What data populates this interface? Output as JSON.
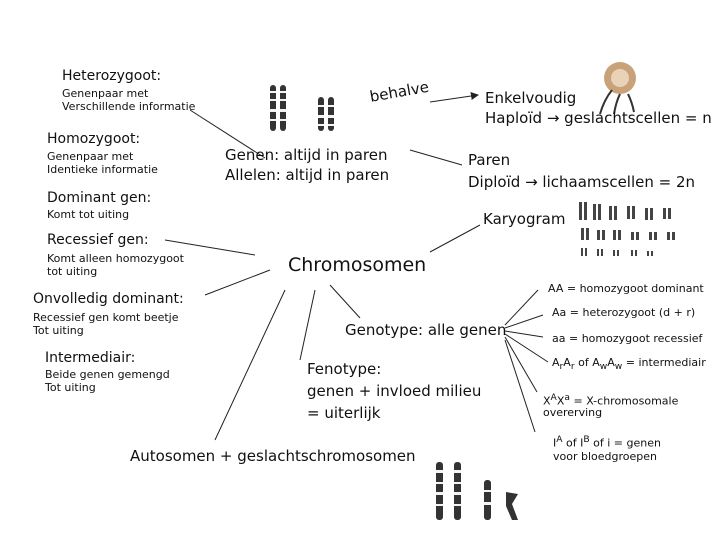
{
  "left": {
    "heterozygoot": {
      "title": "Heterozygoot:",
      "desc1": "Genenpaar met",
      "desc2": "Verschillende informatie"
    },
    "homozygoot": {
      "title": "Homozygoot:",
      "desc1": "Genenpaar met",
      "desc2": "Identieke informatie"
    },
    "dominant": {
      "title": "Dominant gen:",
      "desc1": "Komt tot uiting"
    },
    "recessief": {
      "title": "Recessief gen:",
      "desc1": "Komt alleen homozygoot",
      "desc2": "tot uiting"
    },
    "onvolledig": {
      "title": "Onvolledig dominant:",
      "desc1": "Recessief gen komt beetje",
      "desc2": "Tot uiting"
    },
    "intermediair": {
      "title": "Intermediair:",
      "desc1": "Beide genen gemengd",
      "desc2": "Tot uiting"
    }
  },
  "center": {
    "behalve": "behalve",
    "genen_line": "Genen: altijd in paren",
    "allelen_line": "Allelen: altijd in paren",
    "chromosomen": "Chromosomen",
    "genotype": "Genotype: alle genen",
    "fenotype1": "Fenotype:",
    "fenotype2": "genen + invloed milieu",
    "fenotype3": "= uiterlijk",
    "autosomen": "Autosomen + geslachtschromosomen"
  },
  "right": {
    "enkelvoudig": "Enkelvoudig",
    "haploid_prefix": "Haploïd",
    "haploid_suffix": "geslachtscellen = n",
    "paren": "Paren",
    "diploid_prefix": "Diploïd",
    "diploid_suffix": "lichaamscellen = 2n",
    "karyogram": "Karyogram",
    "arrow_glyph": "→"
  },
  "genotypes": {
    "aa_dom": "AA = homozygoot dominant",
    "aa_het": "Aa = heterozygoot (d + r)",
    "aa_rec": "aa = homozygoot recessief",
    "inter_a": "A",
    "inter_a_sub": "r",
    "inter_b": "A",
    "inter_b_sub": "r",
    "inter_of": " of A",
    "inter_c_sub": "w",
    "inter_d": "A",
    "inter_d_sub": "w",
    "inter_rest": " = intermediair",
    "xchrom_1": "X",
    "xchrom_1_sup": "A",
    "xchrom_2": "X",
    "xchrom_2_sup": "a",
    "xchrom_rest": " = X-chromosomale",
    "xchrom_line2": "overerving",
    "blood_1": "I",
    "blood_1_sup": "A",
    "blood_of1": " of I",
    "blood_2_sup": "B",
    "blood_rest": " of i = genen",
    "blood_line2": "voor bloedgroepen"
  },
  "colors": {
    "line": "#222222",
    "chromosome": "#333333",
    "band": "#f4f4f4"
  }
}
